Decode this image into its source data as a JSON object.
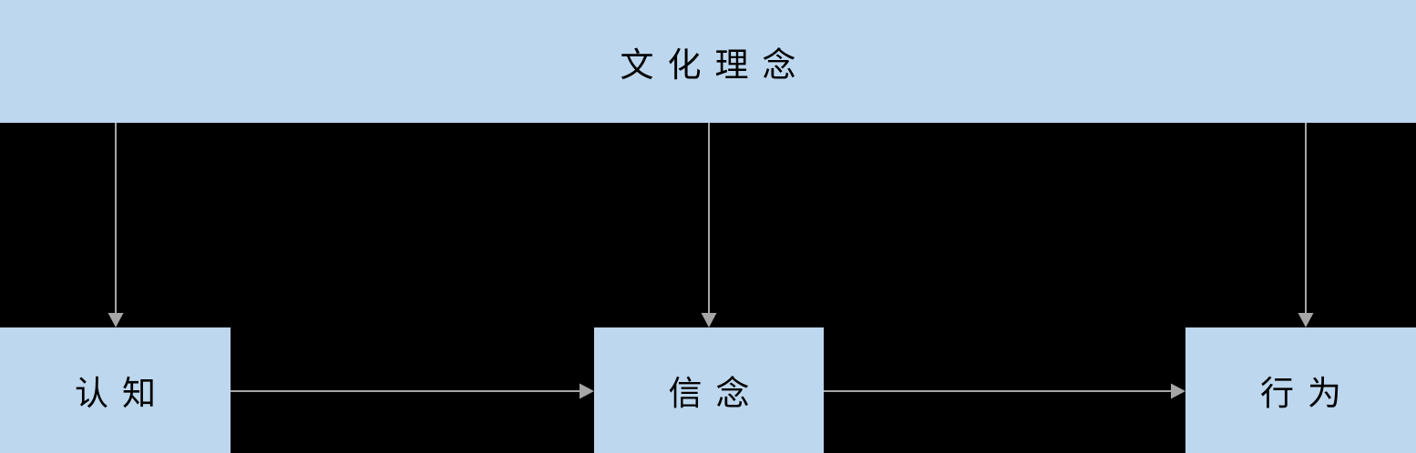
{
  "diagram": {
    "type": "flowchart",
    "title": "文化理念",
    "nodes": [
      {
        "id": "cognition",
        "label": "认知"
      },
      {
        "id": "belief",
        "label": "信念"
      },
      {
        "id": "behavior",
        "label": "行为"
      }
    ],
    "edges": [
      {
        "from": "文化理念",
        "to": "认知",
        "direction": "down"
      },
      {
        "from": "文化理念",
        "to": "信念",
        "direction": "down"
      },
      {
        "from": "文化理念",
        "to": "行为",
        "direction": "down"
      },
      {
        "from": "认知",
        "to": "信念",
        "direction": "right"
      },
      {
        "from": "信念",
        "to": "行为",
        "direction": "right"
      }
    ],
    "colors": {
      "background": "#000000",
      "node_fill": "#BDD7EE",
      "arrow": "#A6A6A6",
      "text": "#000000"
    }
  }
}
